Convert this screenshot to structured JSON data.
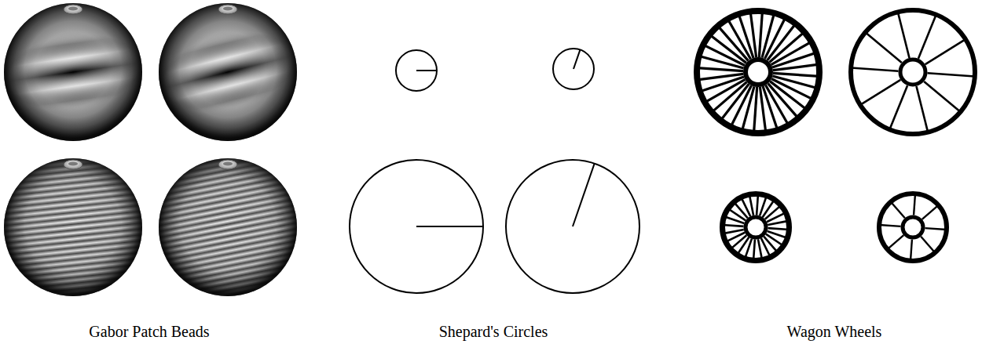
{
  "diagram": {
    "labels": [
      "Gabor Patch Beads",
      "Shepard's Circles",
      "Wagon Wheels"
    ]
  }
}
